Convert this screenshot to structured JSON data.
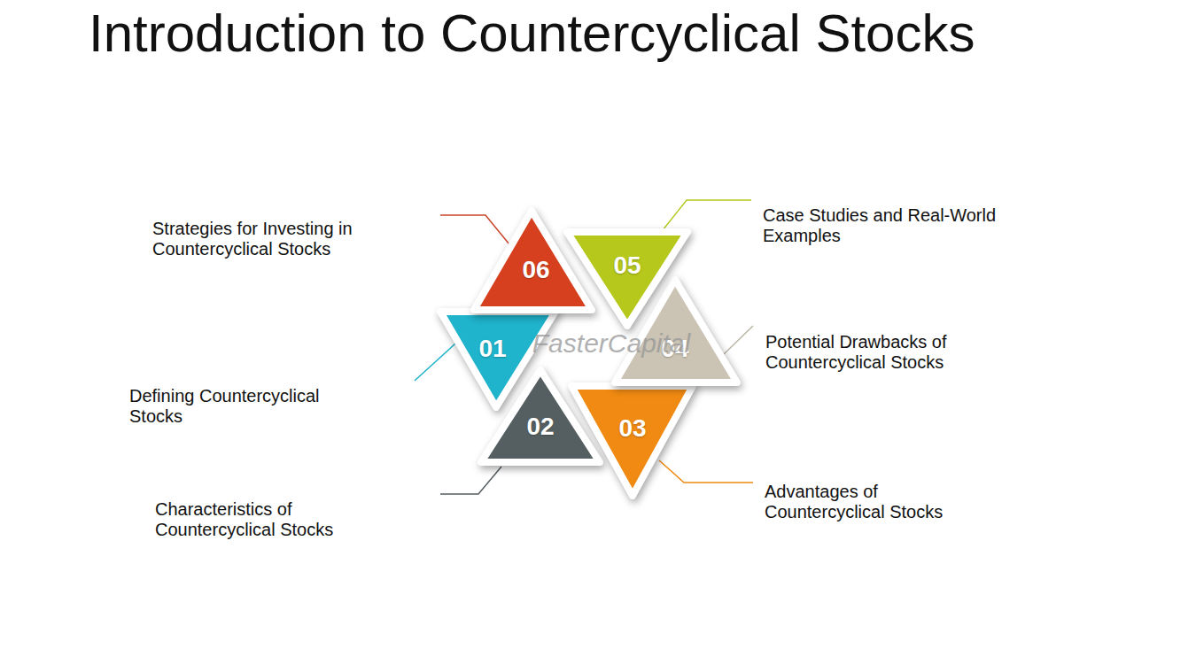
{
  "diagram": {
    "title": "Introduction to Countercyclical Stocks",
    "nodes": [
      {
        "text": [
          "01",
          "Defining Countercyclical Stocks"
        ]
      },
      {
        "text": [
          "02",
          "Characteristics of Countercyclical Stocks"
        ]
      },
      {
        "text": [
          "03",
          "Advantages of Countercyclical Stocks"
        ]
      },
      {
        "text": [
          "04",
          "Potential Drawbacks of Countercyclical Stocks"
        ]
      },
      {
        "text": [
          "05",
          "Case Studies and Real-World Examples"
        ]
      },
      {
        "text": [
          "06",
          "Strategies for Investing in Countercyclical Stocks"
        ]
      }
    ],
    "labels": [
      "FasterCapital"
    ]
  }
}
